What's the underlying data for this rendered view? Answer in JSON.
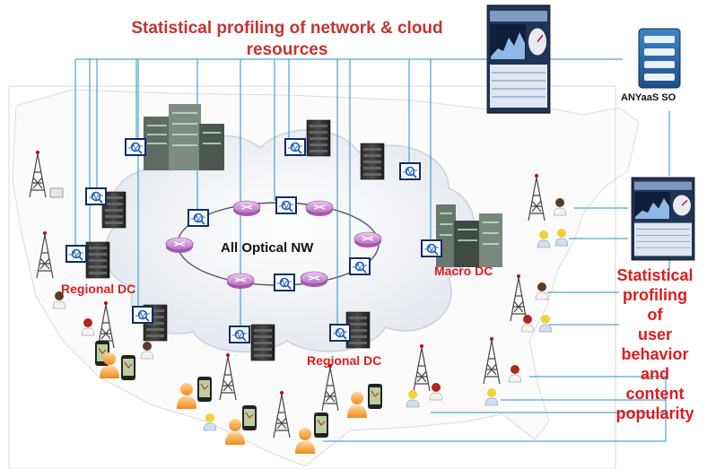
{
  "title_lines": [
    "Statistical profiling of network & cloud",
    "resources"
  ],
  "labels": {
    "core": "All Optical NW",
    "so": "ANYaaS SO",
    "regional_dc_west": "Regional DC",
    "regional_dc_south": "Regional DC",
    "macro_dc": "Macro DC"
  },
  "side_text": [
    "Statistical",
    "profiling",
    "of",
    "user",
    "behavior",
    "and",
    "content",
    "popularity"
  ],
  "colors": {
    "title": "#c8322f",
    "label": "#e01b1b",
    "link": "#2a8fc7",
    "router": "#d9a6e0",
    "cloud": "#eef1f5"
  },
  "icons": [
    "server-rack-icon",
    "monitor-icon",
    "router-icon",
    "cell-tower-icon",
    "smartphone-icon",
    "user-icon",
    "so-server-icon"
  ]
}
